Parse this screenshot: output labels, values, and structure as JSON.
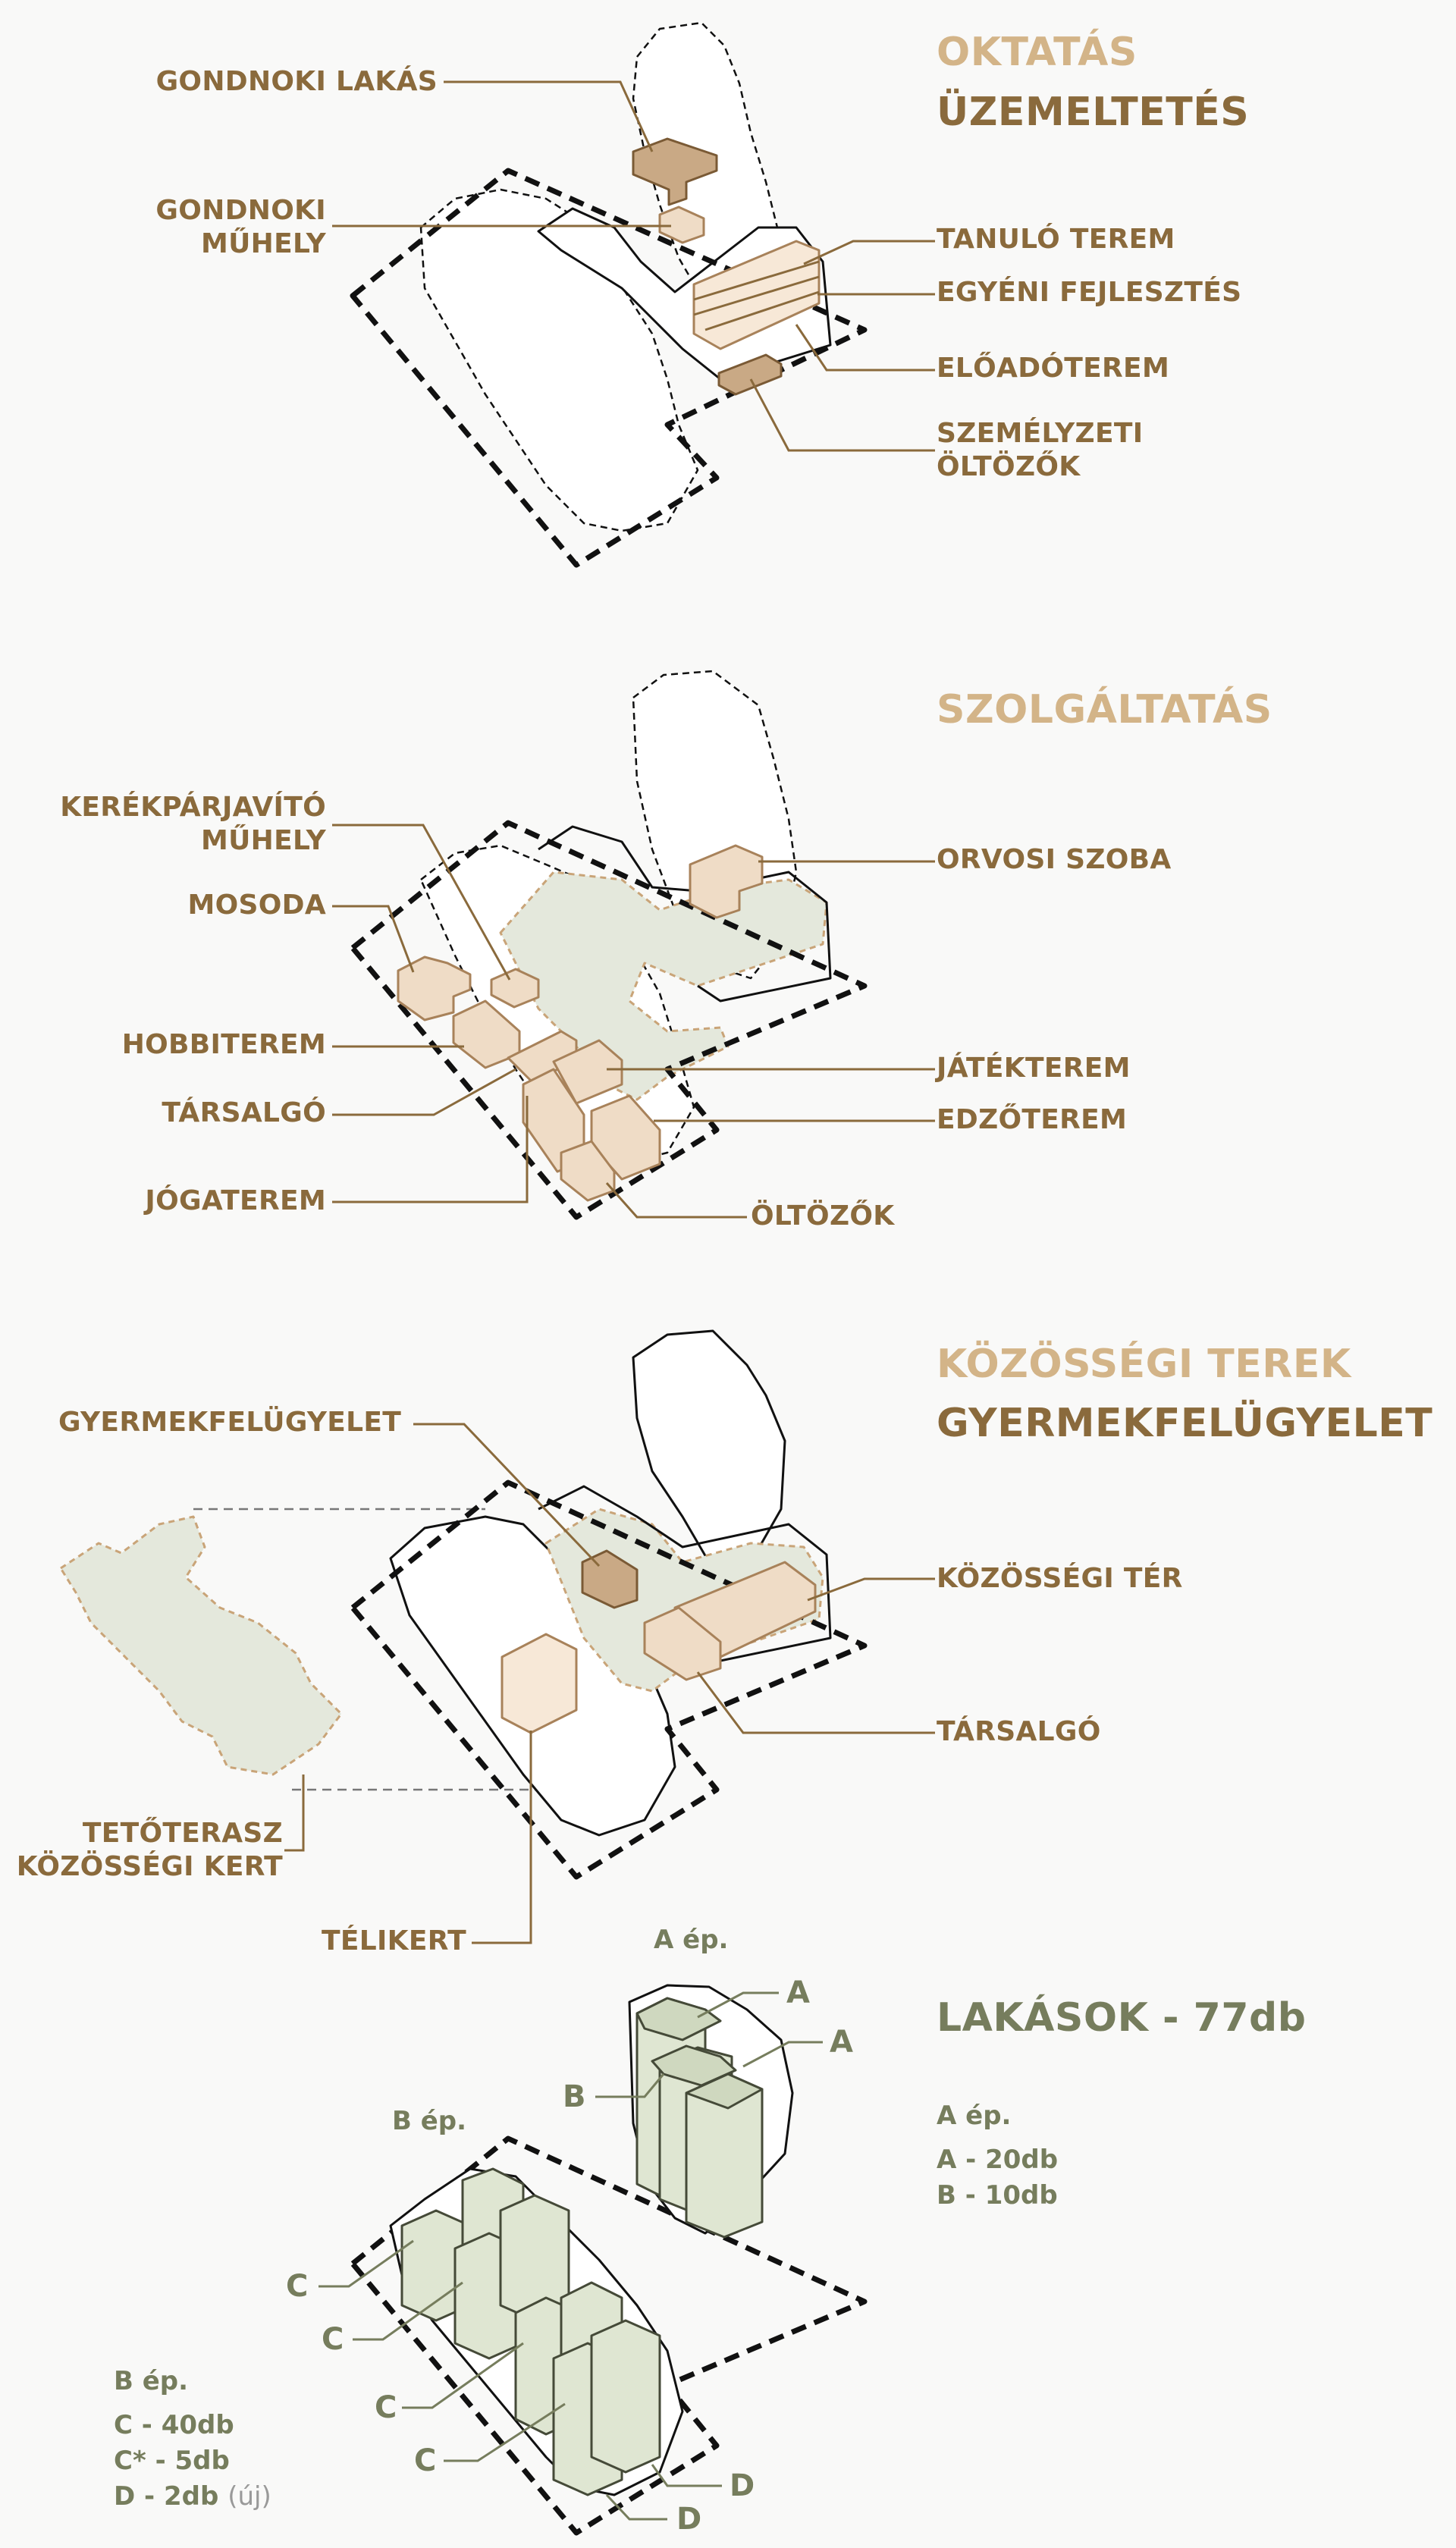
{
  "section1": {
    "title_top": "OKTATÁS",
    "title_bottom": "ÜZEMELTETÉS",
    "left_labels": [
      "GONDNOKI LAKÁS",
      "GONDNOKI\nMŰHELY"
    ],
    "right_labels": [
      "TANULÓ TEREM",
      "EGYÉNI FEJLESZTÉS",
      "ELŐADÓTEREM",
      "SZEMÉLYZETI\nÖLTÖZŐK"
    ]
  },
  "section2": {
    "title": "SZOLGÁLTATÁS",
    "left_labels": [
      "KERÉKPÁRJAVÍTÓ\nMŰHELY",
      "MOSODA",
      "HOBBITEREM",
      "TÁRSALGÓ",
      "JÓGATEREM"
    ],
    "right_labels": [
      "ORVOSI SZOBA",
      "JÁTÉKTEREM",
      "EDZŐTEREM",
      "ÖLTÖZŐK"
    ]
  },
  "section3": {
    "title_top": "KÖZÖSSÉGI TEREK",
    "title_bottom": "GYERMEKFELÜGYELET",
    "left_labels": [
      "GYERMEKFELÜGYELET",
      "TETŐTERASZ\nKÖZÖSSÉGI KERT",
      "TÉLIKERT"
    ],
    "right_labels": [
      "KÖZÖSSÉGI TÉR",
      "TÁRSALGÓ"
    ]
  },
  "section4": {
    "title": "LAKÁSOK - 77db",
    "building_a_label": "A ép.",
    "building_b_label": "B ép.",
    "unit_letters": [
      "A",
      "A",
      "B",
      "C",
      "C",
      "C",
      "C",
      "D",
      "D"
    ],
    "a_legend": {
      "heading": "A ép.",
      "lines": [
        "A - 20db",
        "B - 10db"
      ]
    },
    "b_legend": {
      "heading": "B ép.",
      "lines": [
        "C - 40db",
        "C* - 5db",
        "D - 2db"
      ],
      "note": "(új)"
    }
  },
  "colors": {
    "brown": "#8a6a3c",
    "tan": "#d3b488",
    "olive": "#767d5d",
    "peach_fill": "#efdcc6",
    "dark_fill": "#c9a985",
    "sage_fill": "#e4e8dc",
    "green_fill": "#dfe6d2"
  }
}
